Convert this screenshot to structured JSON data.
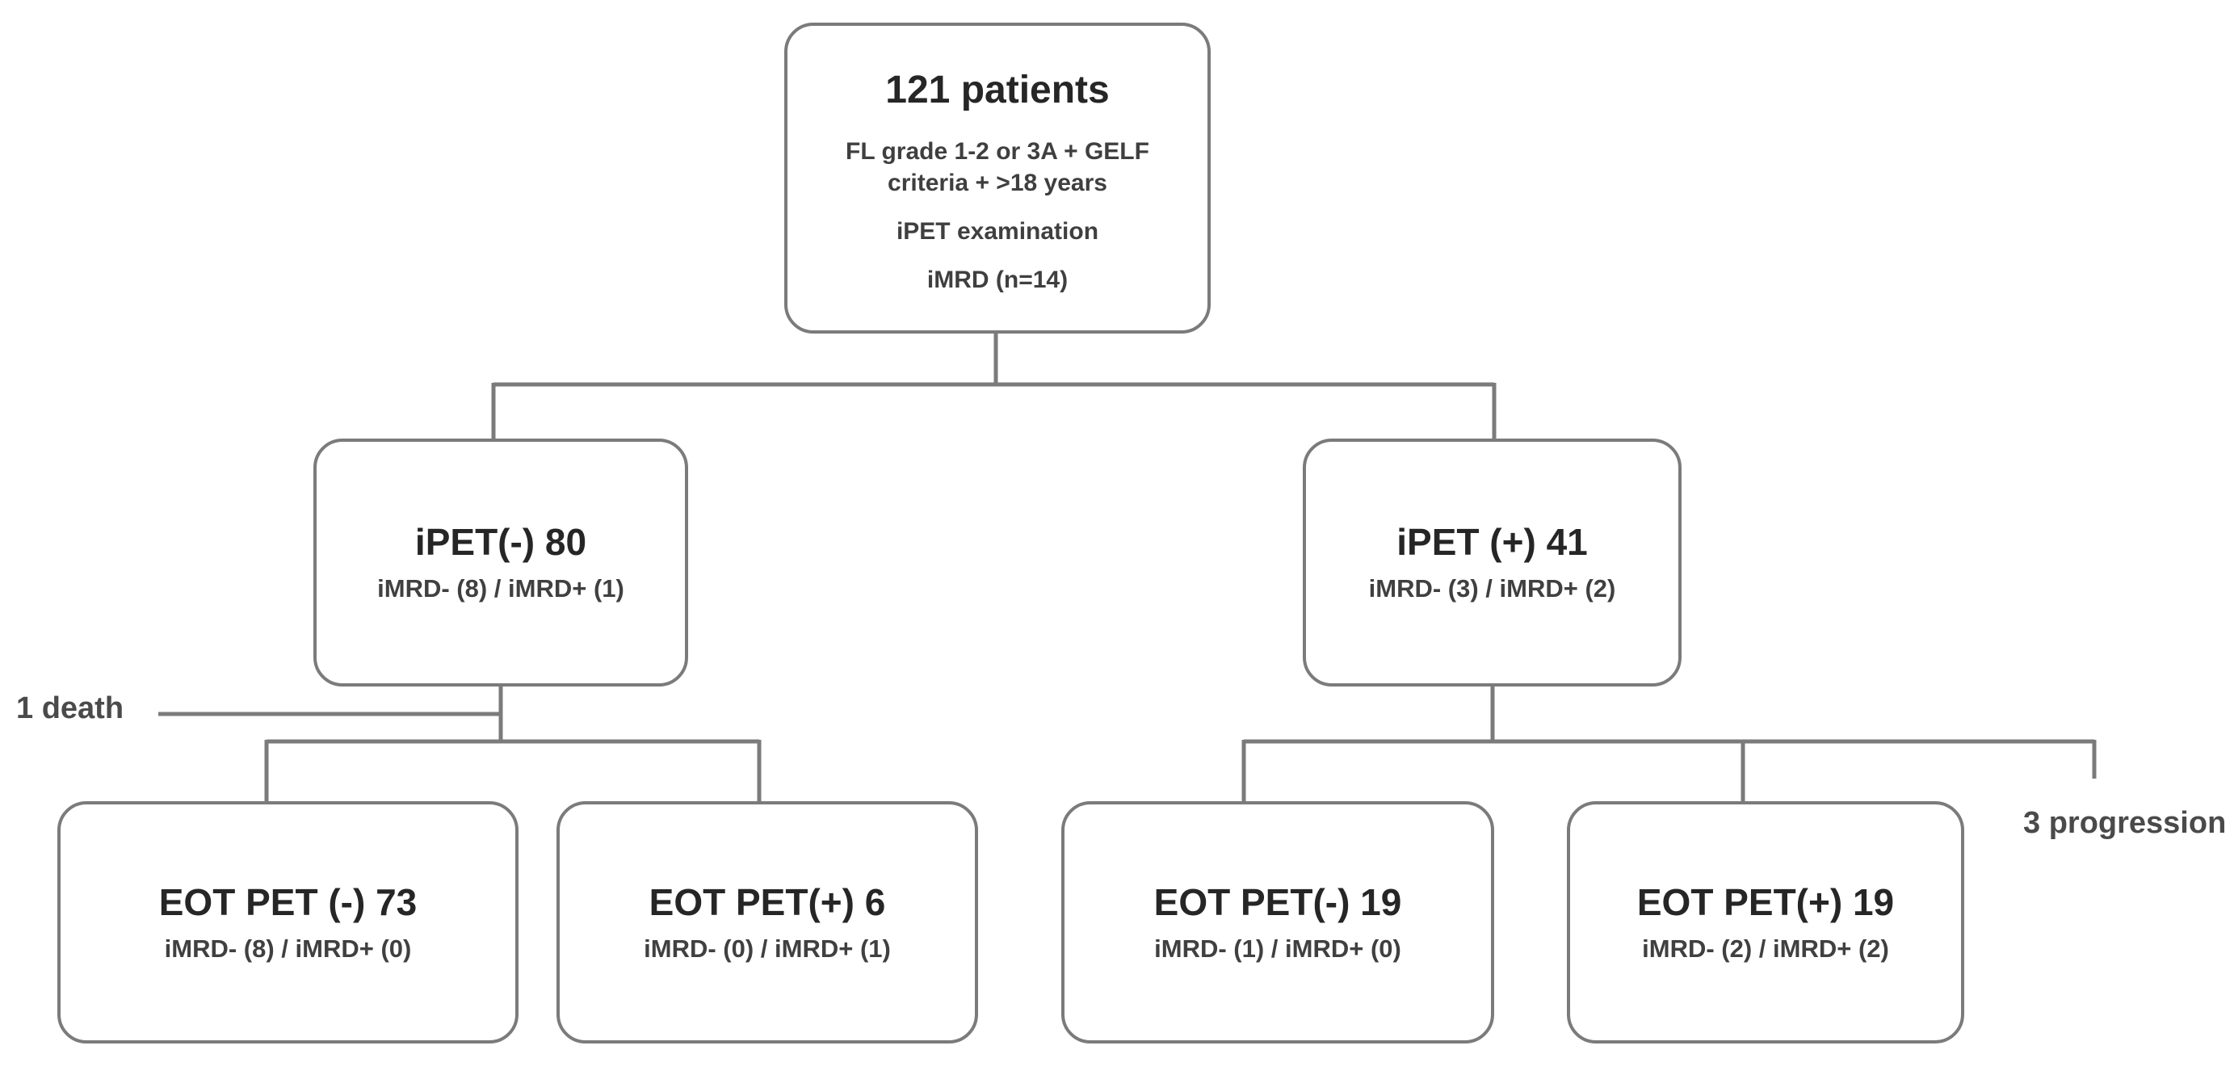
{
  "figure": {
    "background_color": "#ffffff",
    "line_color": "#7b7b7b",
    "nodes": {
      "enrollment": {
        "title": "121 patients",
        "details": [
          "FL grade 1-2 or 3A + GELF criteria + >18 years",
          "iPET examination",
          "iMRD (n=14)"
        ]
      },
      "ipet_negative": {
        "title": "iPET(-) 80",
        "subtitle": "iMRD- (8) / iMRD+ (1)"
      },
      "ipet_positive": {
        "title": "iPET (+) 41",
        "subtitle": "iMRD- (3) / iMRD+ (2)"
      },
      "eot_pet_negative_left": {
        "title": "EOT PET (-) 73",
        "subtitle": "iMRD- (8) / iMRD+ (0)"
      },
      "eot_pet_positive_left": {
        "title": "EOT PET(+) 6",
        "subtitle": "iMRD- (0) / iMRD+ (1)"
      },
      "eot_pet_negative_right": {
        "title": "EOT PET(-) 19",
        "subtitle": "iMRD- (1) / iMRD+ (0)"
      },
      "eot_pet_positive_right": {
        "title": "EOT PET(+) 19",
        "subtitle": "iMRD- (2) / iMRD+ (2)"
      }
    },
    "annotations": {
      "left": "1 death",
      "right": "3 progression"
    }
  }
}
